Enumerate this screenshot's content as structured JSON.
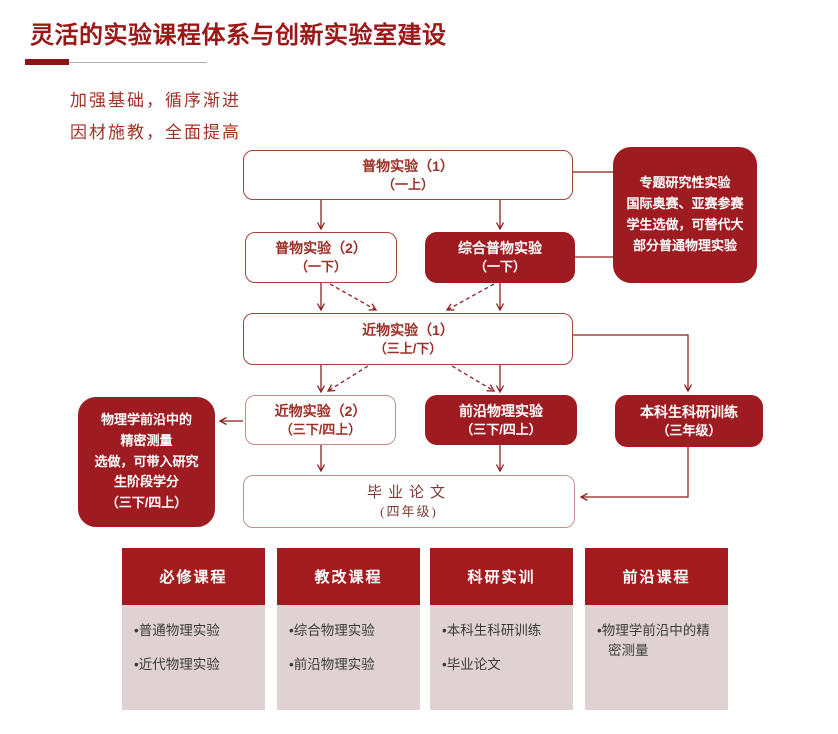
{
  "page_title": "灵活的实验课程体系与创新实验室建设",
  "slogans": [
    "加强基础，循序渐进",
    "因材施教，全面提高"
  ],
  "colors": {
    "title_red": "#9C1717",
    "box_fill_red": "#9E1C21",
    "card_header_red": "#A31B1E",
    "card_body_pink": "#E0D2D2",
    "outline_border_red": "#A8433E",
    "connector_red": "#8E1F1F"
  },
  "flowchart": {
    "boxes": {
      "pw1": {
        "title": "普物实验（1）",
        "subtitle": "（一上）"
      },
      "pw2": {
        "title": "普物实验（2）",
        "subtitle": "（一下）"
      },
      "zonghe": {
        "title": "综合普物实验",
        "subtitle": "（一下）"
      },
      "zhuanti": {
        "lines": [
          "专题研究性实验",
          "国际奥赛、亚赛参赛",
          "学生选做，可替代大",
          "部分普通物理实验"
        ]
      },
      "jw1": {
        "title": "近物实验（1）",
        "subtitle": "（三上/下）"
      },
      "jw2": {
        "title": "近物实验（2）",
        "subtitle": "（三下/四上）"
      },
      "qianyan": {
        "title": "前沿物理实验",
        "subtitle": "（三下/四上）"
      },
      "keyan": {
        "title": "本科生科研训练",
        "subtitle": "（三年级）"
      },
      "jingmi": {
        "lines": [
          "物理学前沿中的",
          "精密测量",
          "选做，可带入研究",
          "生阶段学分",
          "（三下/四上）"
        ]
      },
      "biye": {
        "title": "毕业论文",
        "subtitle": "(四年级)"
      }
    }
  },
  "cards": [
    {
      "header": "必修课程",
      "items": [
        "普通物理实验",
        "近代物理实验"
      ]
    },
    {
      "header": "教改课程",
      "items": [
        "综合物理实验",
        "前沿物理实验"
      ]
    },
    {
      "header": "科研实训",
      "items": [
        "本科生科研训练",
        "毕业论文"
      ]
    },
    {
      "header": "前沿课程",
      "items": [
        "物理学前沿中的精密测量"
      ]
    }
  ]
}
